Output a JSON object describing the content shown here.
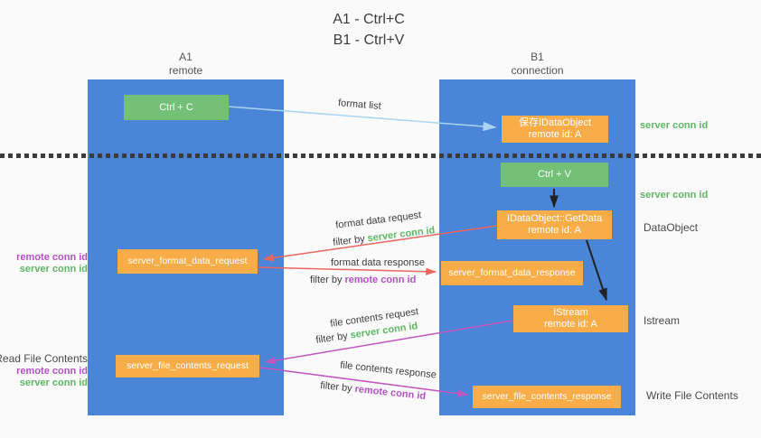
{
  "title": {
    "line1": "A1 - Ctrl+C",
    "line2": "B1 - Ctrl+V"
  },
  "columns": {
    "a": {
      "name": "A1",
      "subtitle": "remote"
    },
    "b": {
      "name": "B1",
      "subtitle": "connection"
    }
  },
  "nodes": {
    "ctrl_c": "Ctrl + C",
    "ctrl_v": "Ctrl + V",
    "save_idataobject": {
      "line1": "保存IDataObject",
      "line2": "remote id: A"
    },
    "getdata": {
      "line1": "IDataObject::GetData",
      "line2": "remote id: A"
    },
    "istream": {
      "line1": "IStream",
      "line2": "remote id: A"
    },
    "format_request": "server_format_data_request",
    "format_response": "server_format_data_response",
    "file_request": "server_file_contents_request",
    "file_response": "server_file_contents_response"
  },
  "ids": {
    "server": "server conn id",
    "remote": "remote conn id"
  },
  "labels": {
    "format_list": "format list",
    "format_data_request": "format data request",
    "format_data_response": "format data response",
    "file_contents_request": "file contents request",
    "file_contents_response": "file contents response",
    "filter_by": "filter by",
    "dataobject": "DataObject",
    "istream_side": "Istream",
    "read_file_contents": "Read File Contents",
    "write_file_contents": "Write File Contents"
  },
  "colors": {
    "column_blue": "#4a85d8",
    "box_green": "#74c077",
    "box_orange": "#f8ad49",
    "arrow_red": "#ec6660",
    "arrow_pink": "#c257c2",
    "arrow_light_blue": "#a9d4f2",
    "arrow_black": "#222222",
    "text_green": "#5eb763",
    "text_purple": "#b352c5"
  }
}
